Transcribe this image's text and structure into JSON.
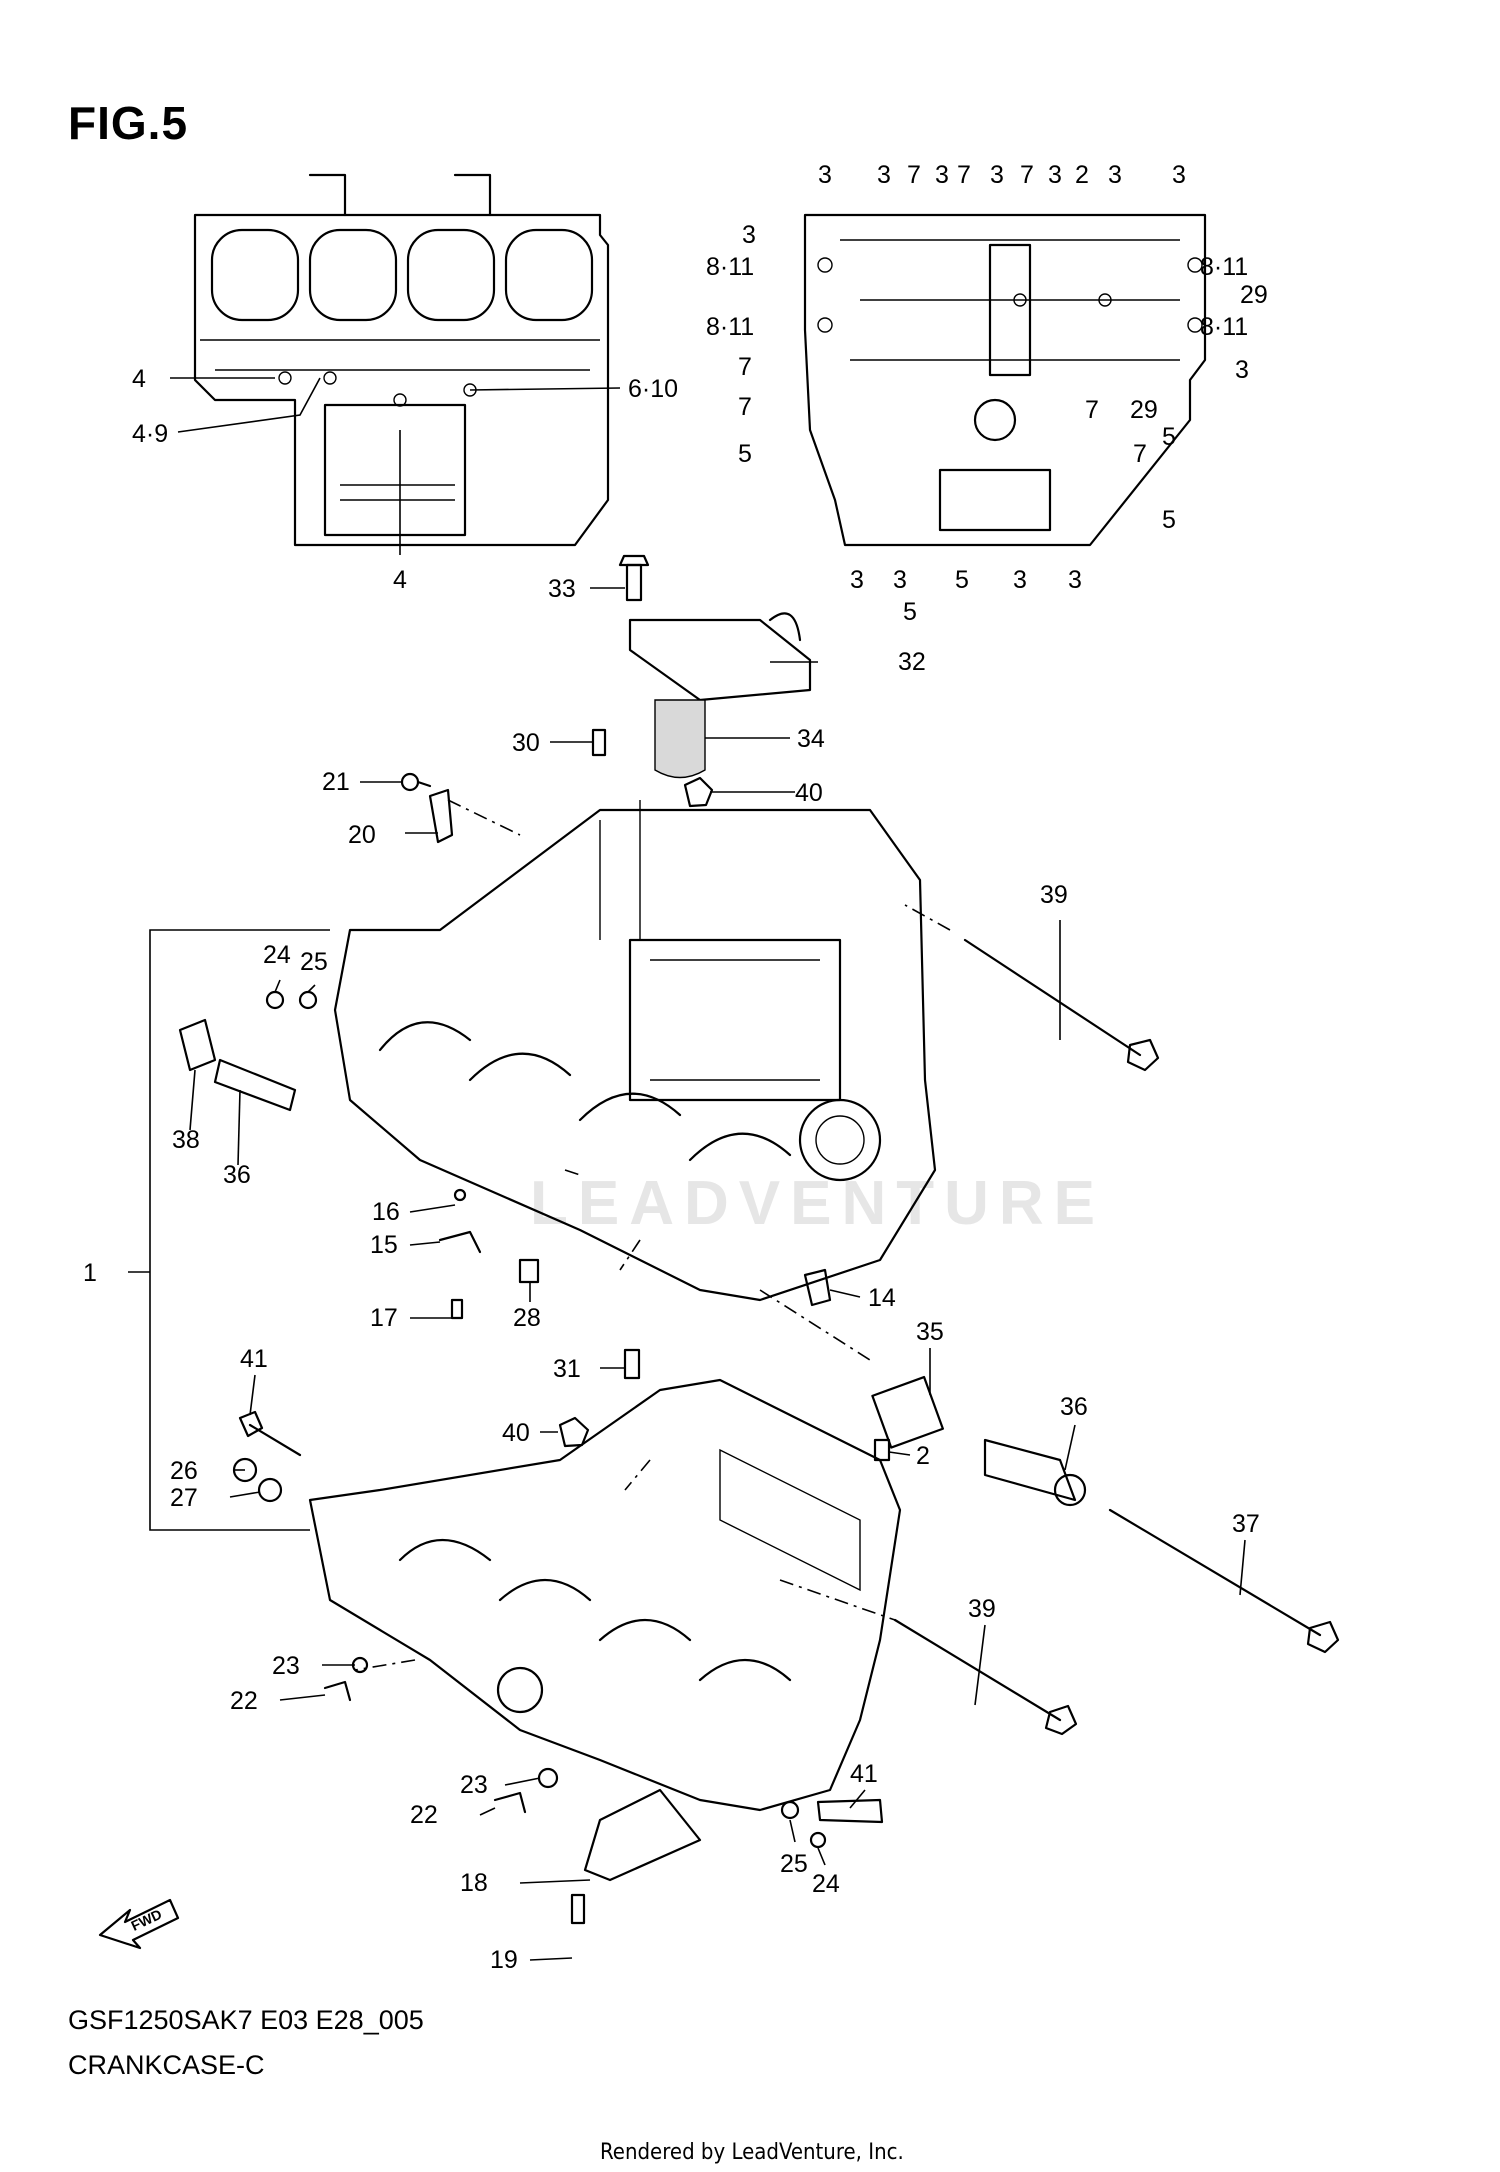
{
  "figure": {
    "title": "FIG.5",
    "code": "GSF1250SAK7 E03 E28_005",
    "name": "CRANKCASE-C",
    "credit": "Rendered by LeadVenture, Inc.",
    "watermark": "LEADVENTURE",
    "fwd_label": "FWD"
  },
  "callouts": [
    "3",
    "3",
    "7",
    "3",
    "7",
    "3",
    "7",
    "3",
    "2",
    "3",
    "3",
    "3",
    "8·11",
    "8·11",
    "8·11",
    "8·11",
    "29",
    "29",
    "7",
    "7",
    "7",
    "3",
    "7",
    "5",
    "5",
    "5",
    "5",
    "3",
    "3",
    "5",
    "3",
    "3",
    "4",
    "4·9",
    "6·10",
    "4",
    "33",
    "32",
    "34",
    "30",
    "40",
    "21",
    "20",
    "39",
    "24",
    "25",
    "38",
    "36",
    "16",
    "15",
    "17",
    "28",
    "14",
    "1",
    "35",
    "36",
    "31",
    "41",
    "40",
    "2",
    "26",
    "27",
    "37",
    "39",
    "23",
    "22",
    "23",
    "22",
    "41",
    "25",
    "24",
    "18",
    "19"
  ]
}
